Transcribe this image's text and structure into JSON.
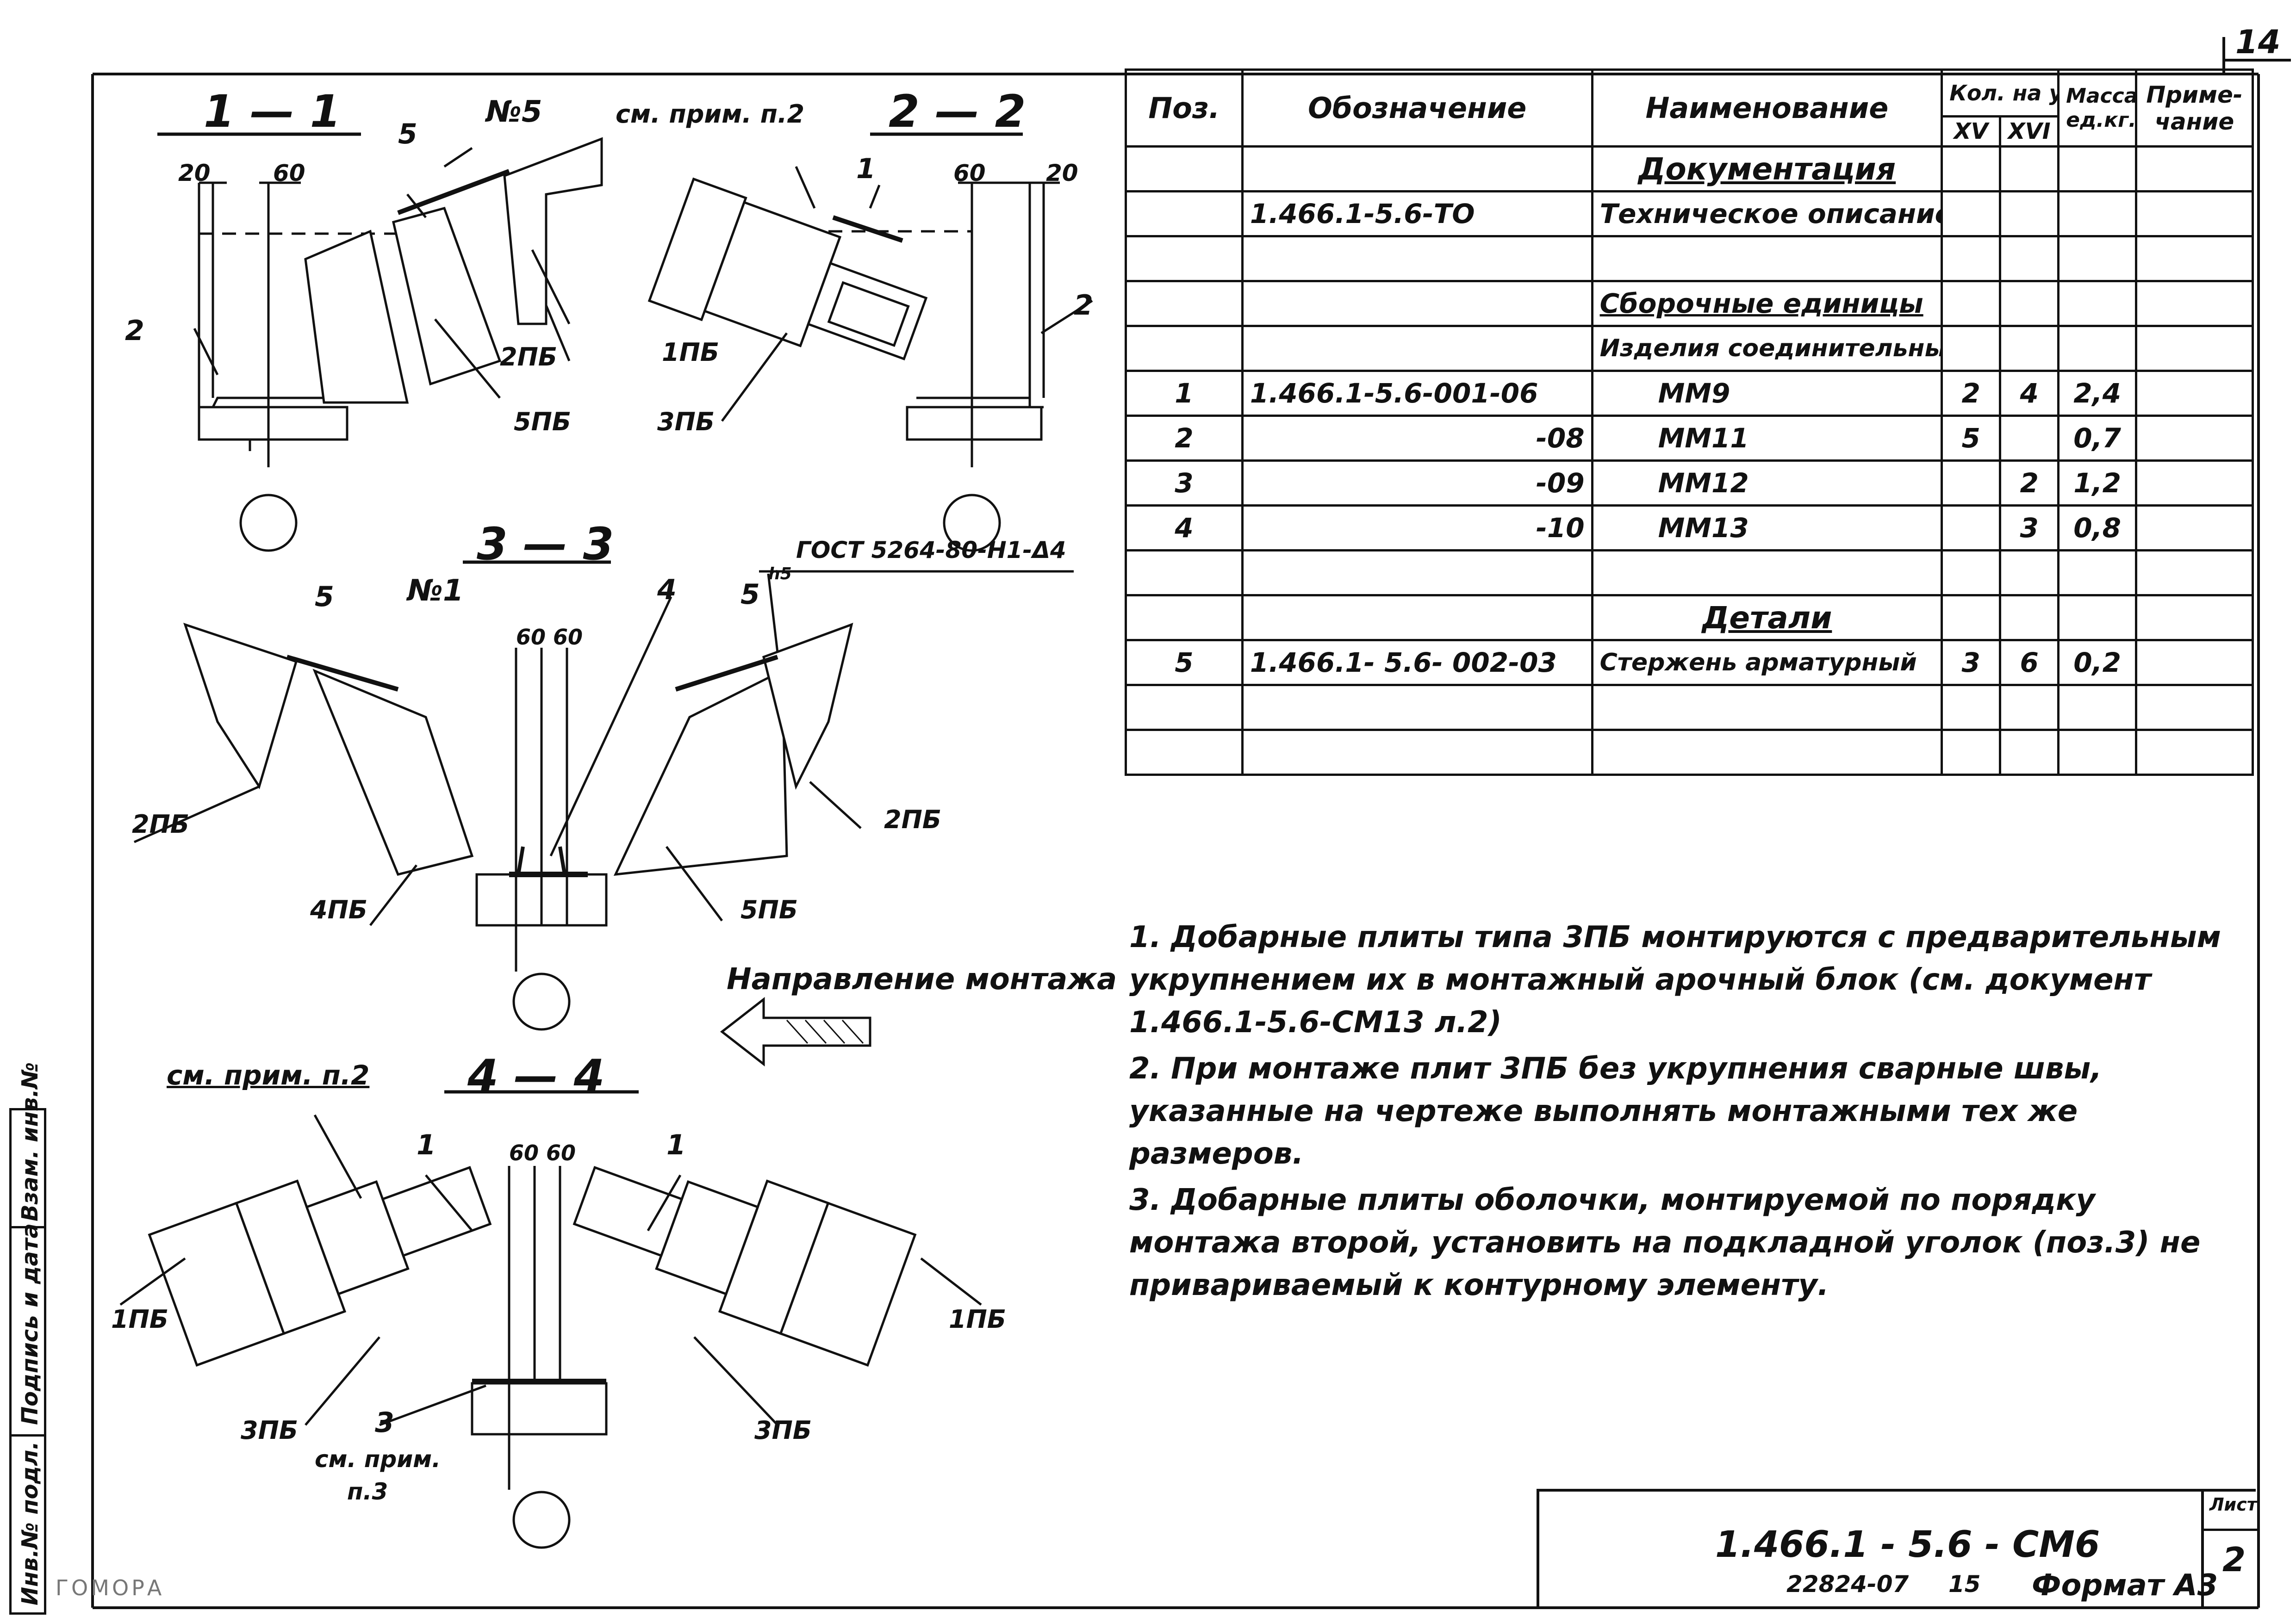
{
  "sheet_number_top": "14",
  "section_titles": {
    "s1": "1 — 1",
    "s2": "2 — 2",
    "s3": "3 — 3",
    "s4": "4 — 4"
  },
  "labels": {
    "no5": "№5",
    "no1": "№1",
    "pos5": "5",
    "pos1": "1",
    "pos2": "2",
    "pos3": "3",
    "pos4": "4",
    "d20": "20",
    "d60": "60",
    "d6060": "60 60",
    "p1": "1ПБ",
    "p2": "2ПБ",
    "p3": "3ПБ",
    "p4": "4ПБ",
    "p5": "5ПБ",
    "see_note2": "см. прим. п.2",
    "see_note3_a": "см. прим.",
    "see_note3_b": "п.3",
    "gost": "ГОСТ 5264-80-Н1-Δ4",
    "h5": "h5",
    "direction": "Направление монтажа"
  },
  "spec_table": {
    "headers": {
      "pos": "Поз.",
      "designation": "Обозначение",
      "name": "Наименование",
      "qty": "Кол. на узел",
      "qty_xv": "XV",
      "qty_xvi": "XVI",
      "mass": "Масса ед.кг.",
      "note": "Приме- чание"
    },
    "sections": {
      "doc": "Документация",
      "asm": "Сборочные единицы",
      "conn": "Изделия соединительные",
      "parts": "Детали"
    },
    "doc_row": {
      "designation": "1.466.1-5.6-ТО",
      "name": "Техническое описание"
    },
    "rows": [
      {
        "pos": "1",
        "designation": "1.466.1-5.6-001-06",
        "name": "ММ9",
        "xv": "2",
        "xvi": "4",
        "mass": "2,4"
      },
      {
        "pos": "2",
        "designation": "-08",
        "name": "ММ11",
        "xv": "5",
        "xvi": "",
        "mass": "0,7"
      },
      {
        "pos": "3",
        "designation": "-09",
        "name": "ММ12",
        "xv": "",
        "xvi": "2",
        "mass": "1,2"
      },
      {
        "pos": "4",
        "designation": "-10",
        "name": "ММ13",
        "xv": "",
        "xvi": "3",
        "mass": "0,8"
      }
    ],
    "detail_row": {
      "pos": "5",
      "designation": "1.466.1- 5.6- 002-03",
      "name": "Стержень арматурный",
      "xv": "3",
      "xvi": "6",
      "mass": "0,2"
    }
  },
  "notes": [
    {
      "n": "1.",
      "text": "Добарные плиты типа 3ПБ монтируются с предварительным укрупнением их в монтажный арочный блок (см. документ 1.466.1-5.6-СМ13 л.2)"
    },
    {
      "n": "2.",
      "text": "При монтаже плит 3ПБ без укрупнения сварные швы, указанные на чертеже выполнять монтажными тех же размеров."
    },
    {
      "n": "3.",
      "text": "Добарные плиты оболочки, монтируемой по порядку монтажа второй, установить на подкладной уголок (поз.3) не привариваемый к контурному элементу."
    }
  ],
  "stamp": {
    "doc": "1.466.1 - 5.6 - СМ6",
    "sheet_label": "Лист",
    "sheet": "2"
  },
  "footer": {
    "inv": "22824-07",
    "num": "15",
    "format": "Формат А3",
    "corner": "ГОМОРА"
  },
  "side_labels": {
    "a": "Инв.№ подл.",
    "b": "Подпись и дата",
    "c": "Взам. инв.№"
  }
}
